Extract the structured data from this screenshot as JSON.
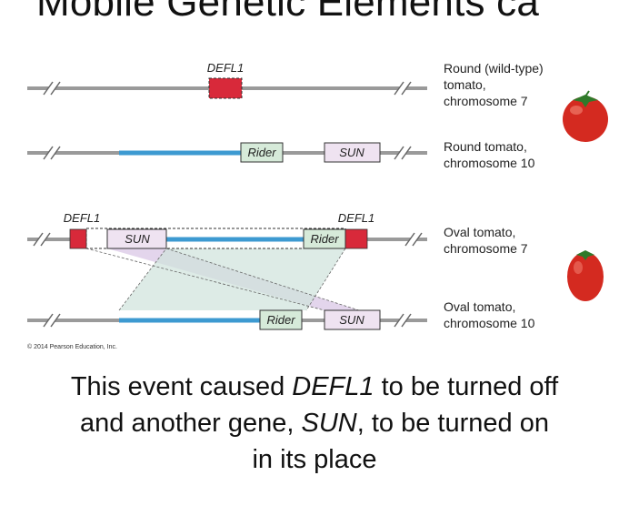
{
  "slide": {
    "title": "Mobile Genetic Elements ca",
    "caption": {
      "line1_before": "This event caused ",
      "line1_gene": "DEFL1",
      "line1_after": " to be turned off",
      "line2_before": "and another gene, ",
      "line2_gene": "SUN",
      "line2_after": ", to be turned on",
      "line3": "in its place"
    },
    "copyright": "© 2014 Pearson Education, Inc."
  },
  "diagram": {
    "genes": {
      "defl1": "DEFL1",
      "rider": "Rider",
      "sun": "SUN"
    },
    "rows": [
      {
        "label_lines": [
          "Round (wild-type)",
          "tomato,",
          "chromosome 7"
        ]
      },
      {
        "label_lines": [
          "Round tomato,",
          "chromosome 10"
        ]
      },
      {
        "label_lines": [
          "Oval tomato,",
          "chromosome 7"
        ]
      },
      {
        "label_lines": [
          "Oval tomato,",
          "chromosome 10"
        ]
      }
    ],
    "colors": {
      "chromosome": "#9a9a9a",
      "rider_element": "#3d9ad1",
      "defl1_gene": "#d8293a",
      "rider_box": "#d6ead9",
      "sun_box": "#efe3f1",
      "purple_band": "#d9c7e6",
      "green_band": "#cfe3dc",
      "tomato_red": "#d42a20"
    }
  }
}
